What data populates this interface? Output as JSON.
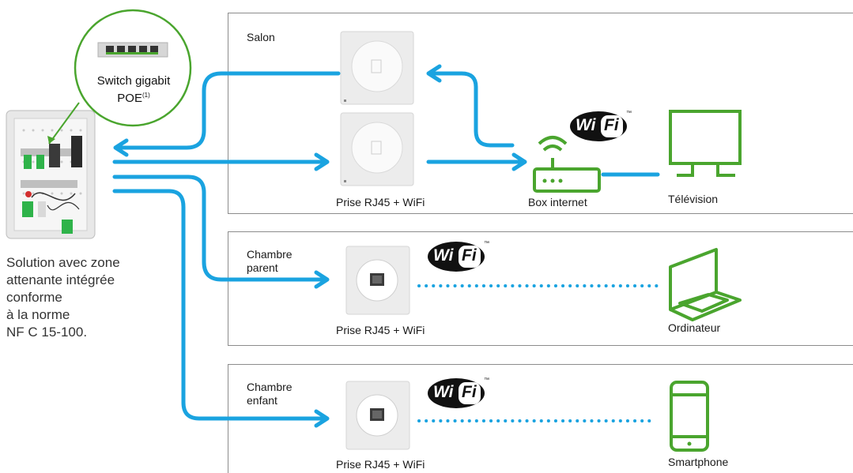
{
  "rooms": {
    "salon": {
      "name": "Salon",
      "outlet_label": "Prise RJ45 + WiFi",
      "router_label": "Box internet",
      "tv_label": "Télévision"
    },
    "chambre_parent": {
      "name_line1": "Chambre",
      "name_line2": "parent",
      "outlet_label": "Prise RJ45 + WiFi",
      "device_label": "Ordinateur"
    },
    "chambre_enfant": {
      "name_line1": "Chambre",
      "name_line2": "enfant",
      "outlet_label": "Prise RJ45 + WiFi",
      "device_label": "Smartphone"
    }
  },
  "switch": {
    "label_line1": "Switch gigabit",
    "label_line2": "POE",
    "footnote": "(1)"
  },
  "panel_description": [
    "Solution avec zone",
    "attenante intégrée",
    "conforme",
    "à la norme",
    "NF C 15-100."
  ],
  "wifi_logo": {
    "wi": "Wi",
    "fi": "Fi",
    "tm": "™"
  },
  "colors": {
    "cable": "#1aa3e0",
    "device": "#4aa52e",
    "border": "#8c8c8c",
    "dots": "#1aa3e0"
  }
}
